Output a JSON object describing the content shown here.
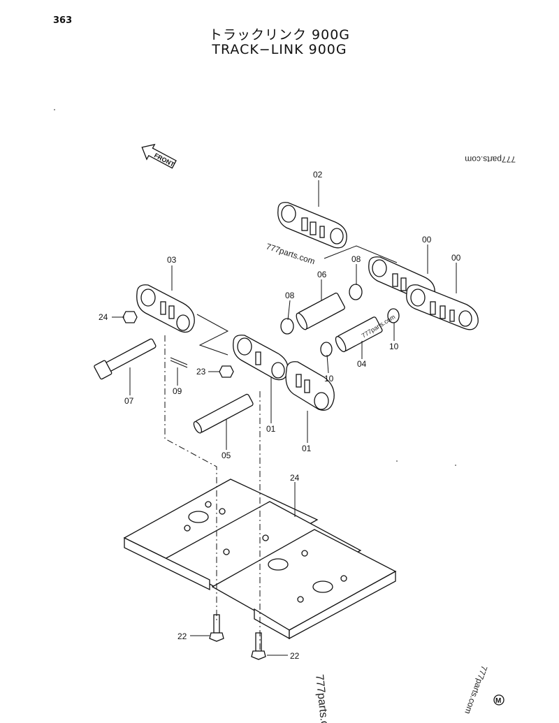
{
  "header": {
    "page_number": "363",
    "title_jp": "トラックリンク 900G",
    "title_en": "TRACK−LINK 900G"
  },
  "front_indicator": "FRONT",
  "callouts": {
    "c02": "02",
    "c03": "03",
    "c00a": "00",
    "c00b": "00",
    "c08a": "08",
    "c08b": "08",
    "c06": "06",
    "c24a": "24",
    "c23": "23",
    "c10a": "10",
    "c10b": "10",
    "c04": "04",
    "c07": "07",
    "c09": "09",
    "c01a": "01",
    "c01b": "01",
    "c05": "05",
    "c24b": "24",
    "c22a": "22",
    "c22b": "22"
  },
  "watermarks": {
    "wm_top_right": "777parts.com",
    "wm_center": "777parts.com",
    "wm_mid": "777parts.com",
    "wm_bottom_left": "777parts.c",
    "wm_bottom_right": "777parts.com"
  },
  "mark": "M"
}
